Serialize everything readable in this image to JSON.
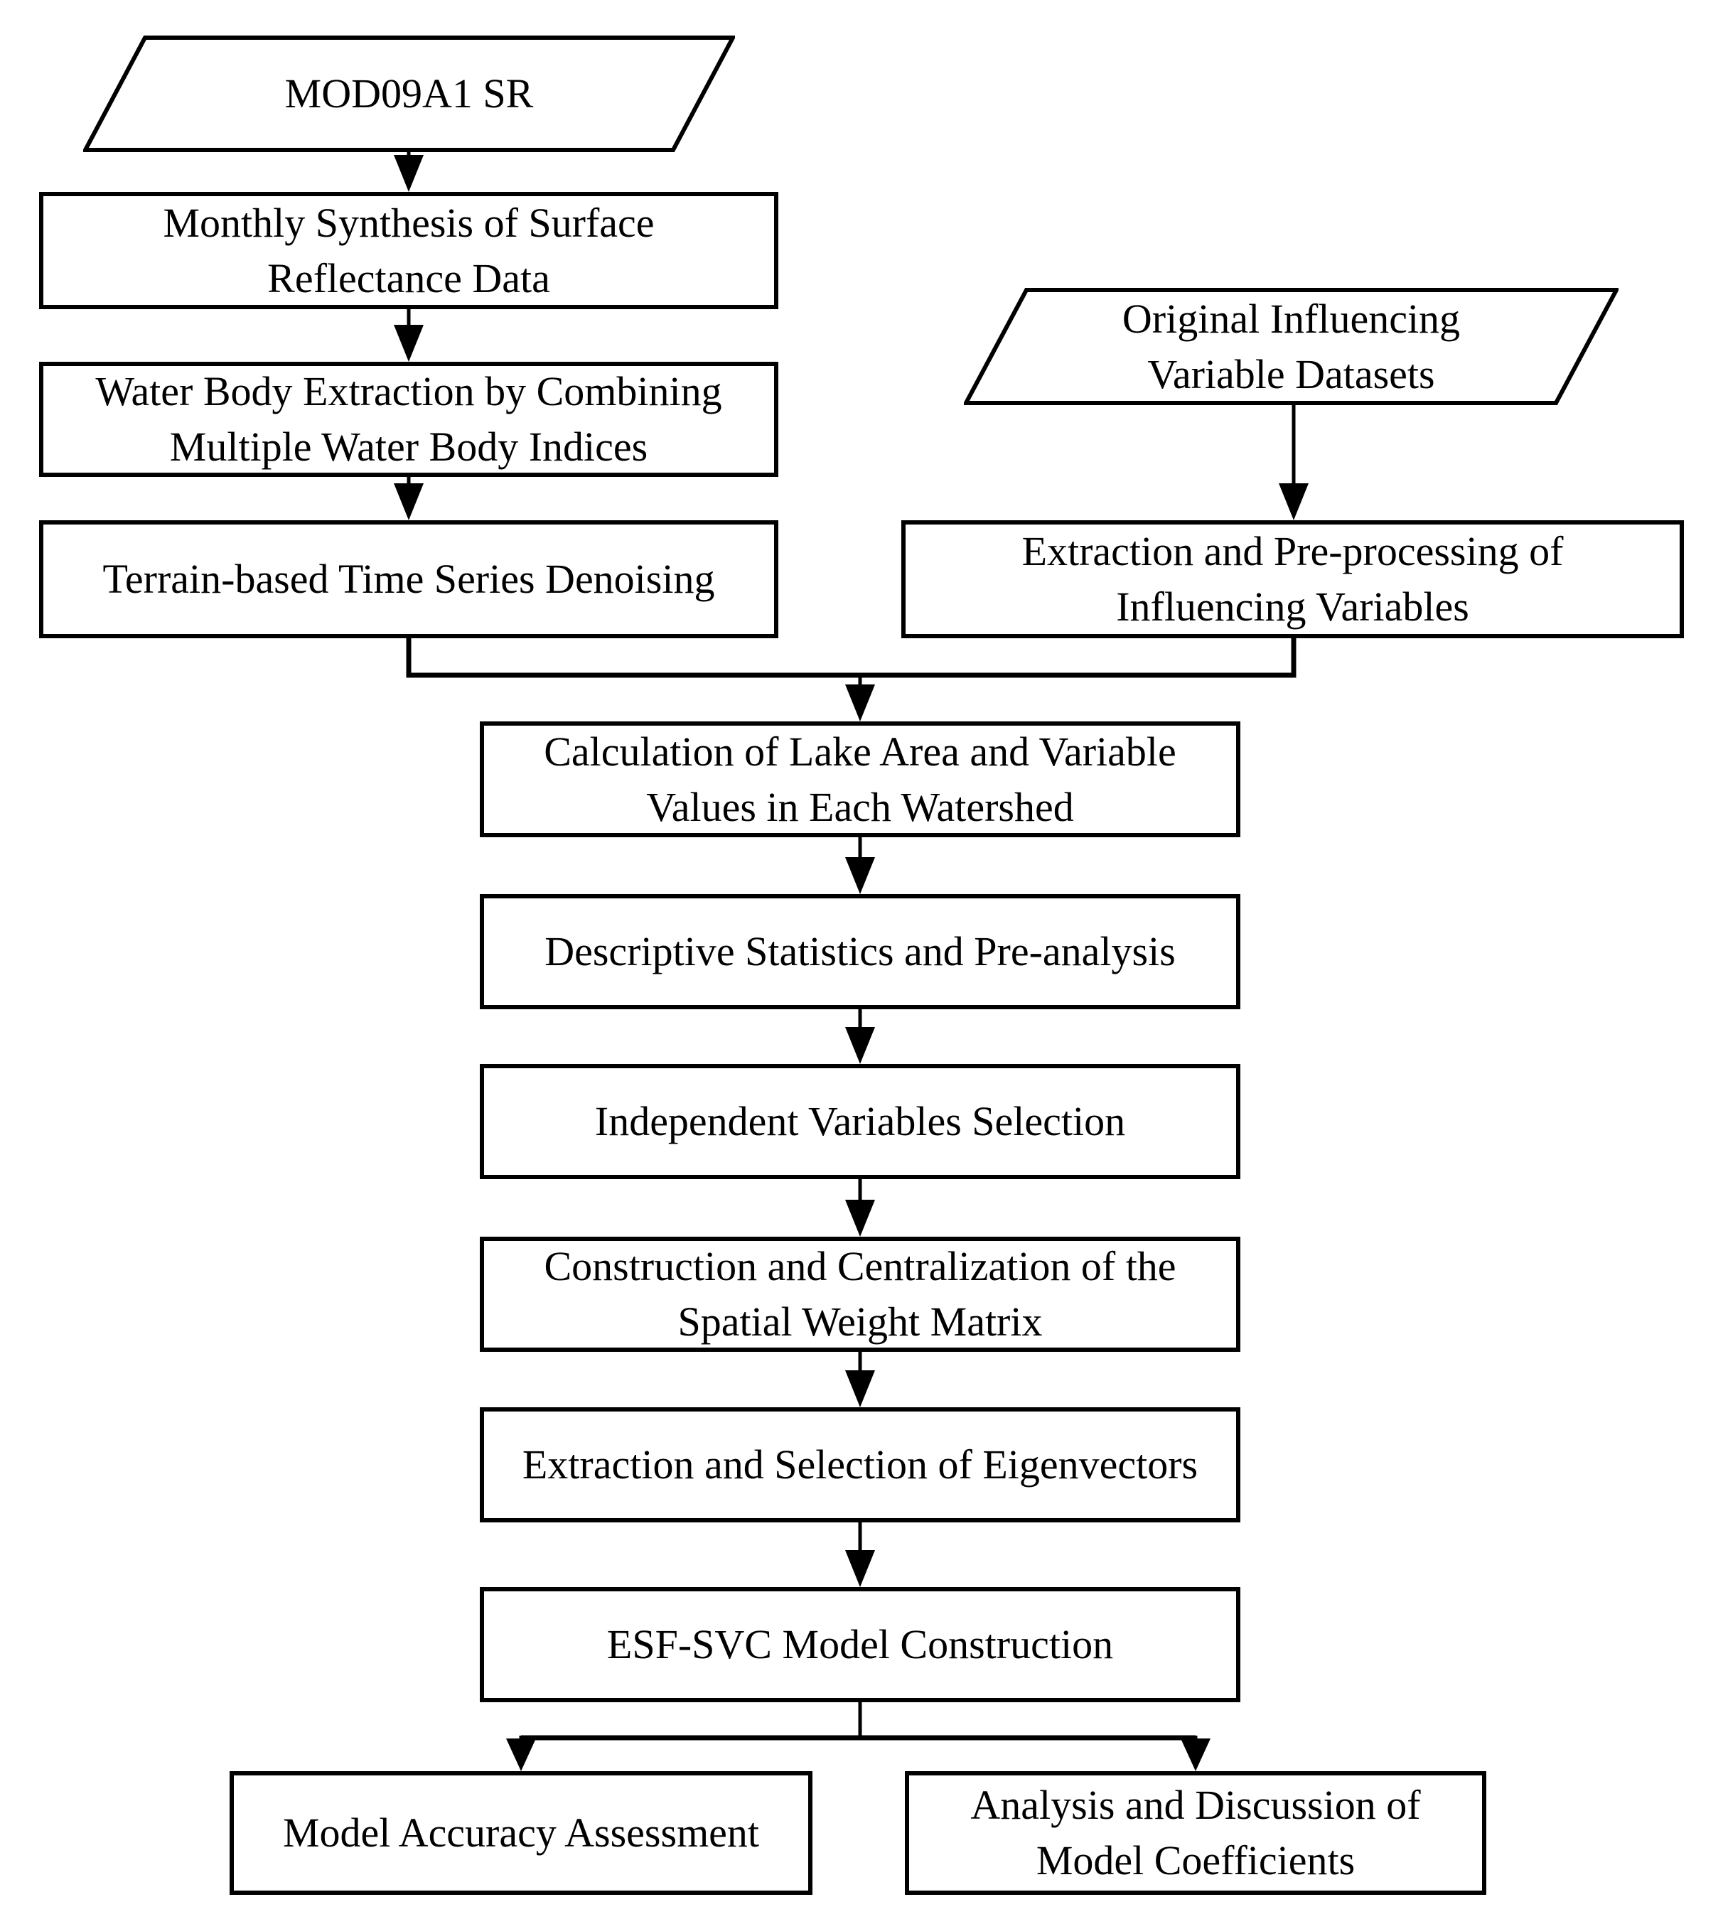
{
  "diagram": {
    "type": "flowchart",
    "colors": {
      "background": "#ffffff",
      "stroke": "#000000",
      "text": "#000000"
    },
    "nodes": {
      "mod09a1_sr": {
        "type": "parallelogram",
        "label": "MOD09A1 SR"
      },
      "monthly_synthesis": {
        "type": "process",
        "label": "Monthly Synthesis of Surface\nReflectance Data"
      },
      "water_body_extraction": {
        "type": "process",
        "label": "Water Body Extraction by Combining\nMultiple Water Body Indices"
      },
      "terrain_denoising": {
        "type": "process",
        "label": "Terrain-based Time Series Denoising"
      },
      "original_datasets": {
        "type": "parallelogram",
        "label": "Original Influencing\nVariable Datasets"
      },
      "extraction_preprocessing": {
        "type": "process",
        "label": "Extraction and Pre-processing of\nInfluencing Variables"
      },
      "calculation_lake_area": {
        "type": "process",
        "label": "Calculation of Lake Area and Variable\nValues in Each Watershed"
      },
      "descriptive_statistics": {
        "type": "process",
        "label": "Descriptive Statistics and Pre-analysis"
      },
      "independent_variables": {
        "type": "process",
        "label": "Independent Variables Selection"
      },
      "spatial_weight_matrix": {
        "type": "process",
        "label": "Construction and Centralization of the\nSpatial Weight Matrix"
      },
      "eigenvectors": {
        "type": "process",
        "label": "Extraction and Selection of Eigenvectors"
      },
      "esf_svc_model": {
        "type": "process",
        "label": "ESF-SVC Model Construction"
      },
      "model_accuracy": {
        "type": "process",
        "label": "Model Accuracy Assessment"
      },
      "model_coefficients": {
        "type": "process",
        "label": "Analysis and Discussion of\nModel Coefficients"
      }
    },
    "edges": [
      {
        "from": "mod09a1_sr",
        "to": "monthly_synthesis"
      },
      {
        "from": "monthly_synthesis",
        "to": "water_body_extraction"
      },
      {
        "from": "water_body_extraction",
        "to": "terrain_denoising"
      },
      {
        "from": "original_datasets",
        "to": "extraction_preprocessing"
      },
      {
        "from": "terrain_denoising",
        "to": "calculation_lake_area"
      },
      {
        "from": "extraction_preprocessing",
        "to": "calculation_lake_area"
      },
      {
        "from": "calculation_lake_area",
        "to": "descriptive_statistics"
      },
      {
        "from": "descriptive_statistics",
        "to": "independent_variables"
      },
      {
        "from": "independent_variables",
        "to": "spatial_weight_matrix"
      },
      {
        "from": "spatial_weight_matrix",
        "to": "eigenvectors"
      },
      {
        "from": "eigenvectors",
        "to": "esf_svc_model"
      },
      {
        "from": "esf_svc_model",
        "to": "model_accuracy"
      },
      {
        "from": "esf_svc_model",
        "to": "model_coefficients"
      }
    ]
  }
}
